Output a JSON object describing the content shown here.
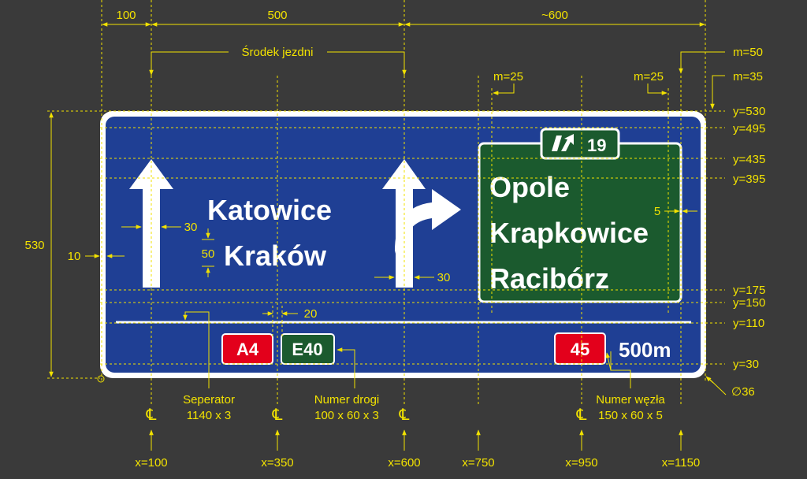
{
  "colors": {
    "background": "#3a3a3a",
    "dimension": "#f2e200",
    "sign_blue": "#1f3f94",
    "sign_green": "#1b5a2e",
    "road_red": "#e3001b",
    "white": "#ffffff"
  },
  "dimensions_top": {
    "left_margin": "100",
    "lane_width": "500",
    "right_width": "~600",
    "road_center": "Środek jezdni"
  },
  "margins": {
    "m50": "m=50",
    "m35": "m=35",
    "m25_left": "m=25",
    "m25_right": "m=25"
  },
  "y_labels": [
    "y=530",
    "y=495",
    "y=435",
    "y=395",
    "y=175",
    "y=150",
    "y=110",
    "y=30"
  ],
  "left_dims": {
    "height": "530",
    "edge": "10",
    "arrow_width": "30",
    "line_gap": "50"
  },
  "inner_dims": {
    "arrow2_width": "30",
    "panel_margin": "5",
    "separator_gap": "20",
    "corner_radius": "∅36"
  },
  "sign": {
    "left_destinations": [
      "Katowice",
      "Kraków"
    ],
    "right_destinations": [
      "Opole",
      "Krapkowice",
      "Racibórz"
    ],
    "exit_number": "19",
    "road_a": "A4",
    "road_e": "E40",
    "junction_number": "45",
    "distance": "500m"
  },
  "callouts": {
    "separator": "Seperator",
    "separator_size": "1140 x 3",
    "road_number": "Numer drogi",
    "road_number_size": "100 x 60 x 3",
    "junction": "Numer węzła",
    "junction_size": "150 x 60 x 5"
  },
  "centerline_symbol": "℄",
  "x_labels": [
    "x=100",
    "x=350",
    "x=600",
    "x=750",
    "x=950",
    "x=1150"
  ]
}
